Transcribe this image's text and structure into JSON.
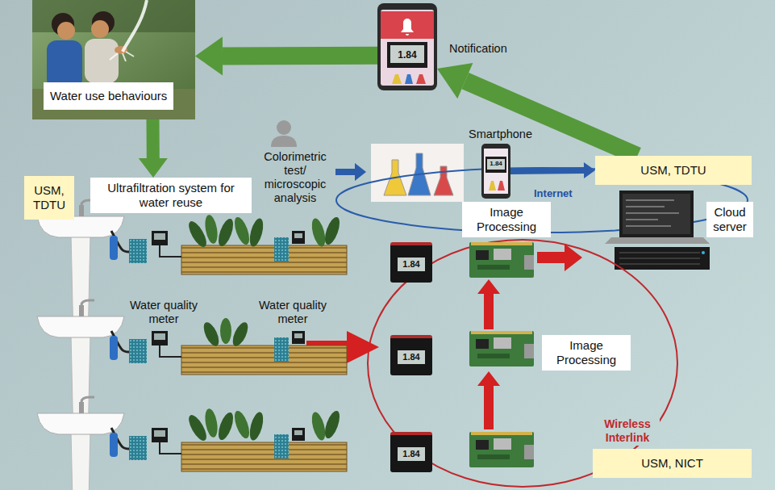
{
  "diagram": {
    "nodes": [
      {
        "text": [
          "Water use behaviours"
        ]
      },
      {
        "text": [
          "1.84"
        ]
      },
      {
        "text": [
          "USM, TDTU"
        ]
      },
      {
        "text": [
          "USM, TDTU"
        ]
      },
      {
        "text": [
          "Ultrafiltration system for water reuse"
        ]
      },
      {
        "text": [
          "1.84"
        ]
      },
      {
        "text": [
          "Image Processing"
        ]
      },
      {
        "text": [
          "Cloud server"
        ]
      },
      {
        "text": [
          "1.84"
        ]
      },
      {
        "text": [
          "1.84"
        ]
      },
      {
        "text": [
          "1.84"
        ]
      },
      {
        "text": [
          "Image Processing"
        ]
      },
      {
        "text": [
          "USM, NICT"
        ]
      }
    ],
    "edges": [
      {
        "from": 0,
        "to": 4,
        "arrow": "to"
      },
      {
        "from": 1,
        "to": 0,
        "arrow": "to"
      },
      {
        "from": 2,
        "to": 1,
        "arrow": "to"
      },
      {
        "from": 5,
        "to": 2,
        "arrow": "to"
      }
    ],
    "labels": [
      "Notification",
      "Smartphone",
      "Colorimetric test/ microscopic analysis",
      "Internet",
      "Water quality meter",
      "Water quality meter",
      "Wireless Interlink"
    ]
  }
}
